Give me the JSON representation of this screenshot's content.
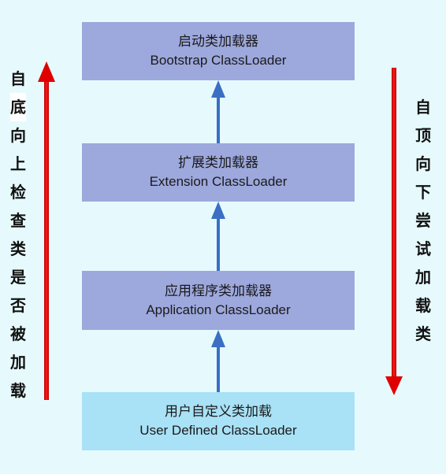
{
  "boxes": {
    "bootstrap": {
      "zh": "启动类加载器",
      "en": "Bootstrap ClassLoader"
    },
    "extension": {
      "zh": "扩展类加载器",
      "en": "Extension ClassLoader"
    },
    "application": {
      "zh": "应用程序类加载器",
      "en": "Application ClassLoader"
    },
    "user": {
      "zh": "用户自定义类加载",
      "en": "User Defined ClassLoader"
    }
  },
  "left_label": [
    "自",
    "底",
    "向",
    "上",
    "检",
    "查",
    "类",
    "是",
    "否",
    "被",
    "加",
    "载"
  ],
  "right_label": [
    "自",
    "顶",
    "向",
    "下",
    "尝",
    "试",
    "加",
    "载",
    "类"
  ],
  "colors": {
    "background": "#e6fafe",
    "box_purple": "#9da8dd",
    "box_cyan": "#a9e1f6",
    "arrow_blue": "#3a6fc4",
    "arrow_red": "#e00000"
  }
}
